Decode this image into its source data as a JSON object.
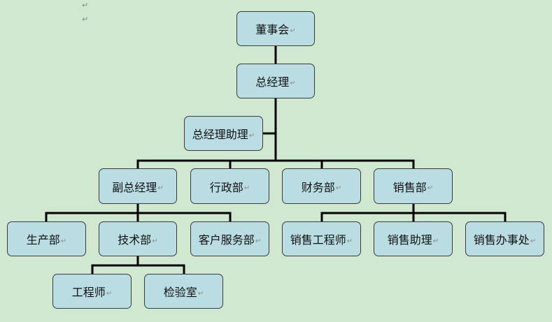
{
  "paragraph_mark": "↵",
  "nodes": {
    "board": "董事会",
    "gm": "总经理",
    "gm_assistant": "总经理助理",
    "vice_gm": "副总经理",
    "admin": "行政部",
    "finance": "财务部",
    "sales": "销售部",
    "production": "生产部",
    "tech": "技术部",
    "customer_service": "客户服务部",
    "sales_engineer": "销售工程师",
    "sales_assistant": "销售助理",
    "sales_office": "销售办事处",
    "engineer": "工程师",
    "inspection": "检验室"
  }
}
